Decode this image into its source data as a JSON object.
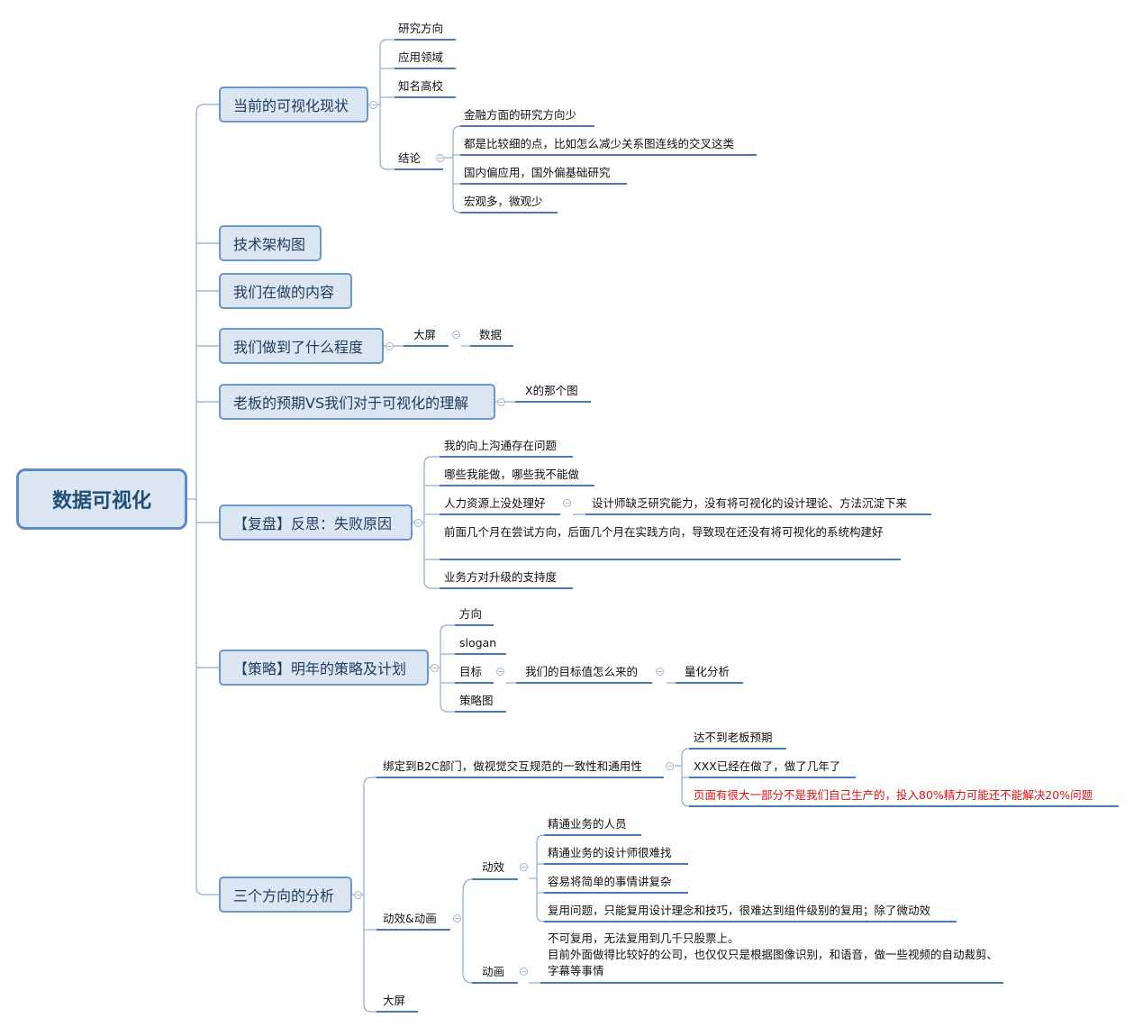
{
  "root": "数据可视化",
  "branches": {
    "current": "当前的可视化现状",
    "arch": "技术架构图",
    "doing": "我们在做的内容",
    "level": "我们做到了什么程度",
    "boss": "老板的预期VS我们对于可视化的理解",
    "review": "【复盘】反思：失败原因",
    "strategy": "【策略】明年的策略及计划",
    "three": "三个方向的分析"
  },
  "current": {
    "research": "研究方向",
    "apply": "应用领域",
    "school": "知名高校",
    "conclusion": "结论",
    "c1": "金融方面的研究方向少",
    "c2": "都是比较细的点，比如怎么减少关系图连线的交叉这类",
    "c3": "国内偏应用，国外偏基础研究",
    "c4": "宏观多，微观少"
  },
  "level": {
    "screen": "大屏",
    "data": "数据"
  },
  "boss": {
    "x": "X的那个图"
  },
  "review": {
    "r1": "我的向上沟通存在问题",
    "r2": "哪些我能做，哪些我不能做",
    "r3": "人力资源上没处理好",
    "r3a": "设计师缺乏研究能力，没有将可视化的设计理论、方法沉淀下来",
    "r4": "前面几个月在尝试方向，后面几个月在实践方向，导致现在还没有将可视化的系统构建好",
    "r5": "业务方对升级的支持度"
  },
  "strategy": {
    "s1": "方向",
    "s2": "slogan",
    "s3": "目标",
    "s3a": "我们的目标值怎么来的",
    "s3b": "量化分析",
    "s4": "策略图"
  },
  "three": {
    "b2c": "绑定到B2C部门，做视觉交互规范的一致性和通用性",
    "b2c1": "达不到老板预期",
    "b2c2": "XXX已经在做了，做了几年了",
    "b2c3": "页面有很大一部分不是我们自己生产的，投入80%精力可能还不能解决20%问题",
    "motion": "动效&动画",
    "effect": "动效",
    "e1": "精通业务的人员",
    "e2": "精通业务的设计师很难找",
    "e3": "容易将简单的事情讲复杂",
    "e4": "复用问题，只能复用设计理念和技巧，很难达到组件级别的复用；除了微动效",
    "anim": "动画",
    "a1": "不可复用，无法复用到几千只股票上。\n目前外面做得比较好的公司，也仅仅只是根据图像识别，和语音，做一些视频的自动裁剪、字幕等事情",
    "screen": "大屏"
  },
  "colors": {
    "accent": "#5b8bc8",
    "fill": "#dce6f2",
    "underline": "#4a78b8",
    "warning": "#e01010"
  }
}
